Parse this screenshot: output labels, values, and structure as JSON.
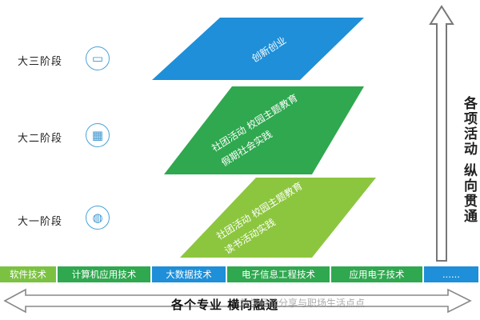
{
  "stages": [
    {
      "label": "大三阶段",
      "icon": "laptop-icon",
      "icon_glyph": "▭",
      "block_lines": [
        "创新创业"
      ],
      "color": "#1e8fd8"
    },
    {
      "label": "大二阶段",
      "icon": "shop-icon",
      "icon_glyph": "▦",
      "block_lines": [
        "社团活动 校园主题教育",
        "假期社会实践"
      ],
      "color": "#2fa84f"
    },
    {
      "label": "大一阶段",
      "icon": "globe-icon",
      "icon_glyph": "◍",
      "block_lines": [
        "社团活动 校园主题教育",
        "读书活动实践"
      ],
      "color": "#8cc63f"
    }
  ],
  "vertical_label": "各项活动 纵向贯通",
  "departments": [
    {
      "name": "软件技术",
      "color": "#7cc242"
    },
    {
      "name": "计算机应用技术",
      "color": "#2fa84f"
    },
    {
      "name": "大数据技术",
      "color": "#1e8fd8"
    },
    {
      "name": "电子信息工程技术",
      "color": "#2fa84f"
    },
    {
      "name": "应用电子技术",
      "color": "#2fa84f"
    },
    {
      "name": "......",
      "color": "#1e8fd8"
    }
  ],
  "horizontal_label": "各个专业 横向融通",
  "watermark": "数学经验分享与职场生活点点"
}
